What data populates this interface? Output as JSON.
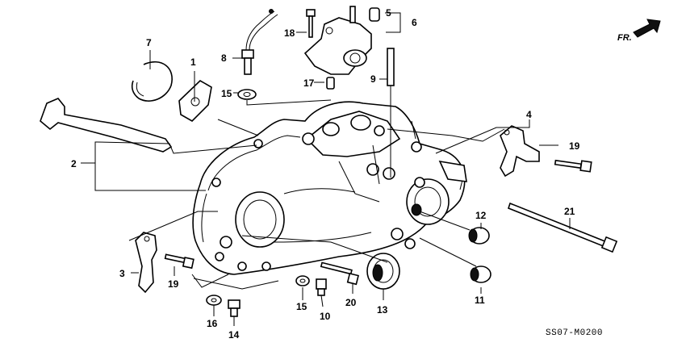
{
  "diagram": {
    "code": "SS07-M0200",
    "direction_label": "FR.",
    "callouts": [
      "1",
      "2",
      "3",
      "4",
      "5",
      "6",
      "7",
      "8",
      "9",
      "10",
      "11",
      "12",
      "13",
      "14",
      "15",
      "15",
      "16",
      "17",
      "18",
      "19",
      "19",
      "20",
      "21"
    ]
  }
}
